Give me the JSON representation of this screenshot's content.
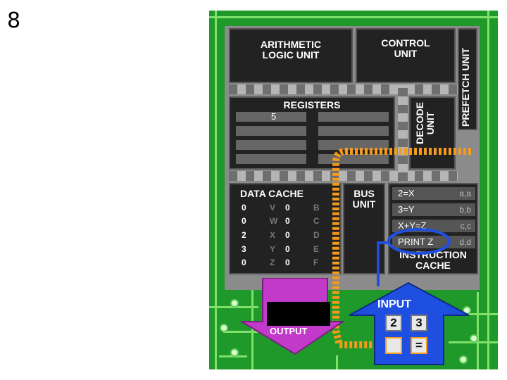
{
  "slide": {
    "number": "8"
  },
  "units": {
    "alu": "ARITHMETIC\nLOGIC UNIT",
    "control": "CONTROL\nUNIT",
    "prefetch": "PREFETCH UNIT",
    "registers": "REGISTERS",
    "decode": "DECODE\nUNIT",
    "data_cache": "DATA CACHE",
    "bus": "BUS\nUNIT",
    "instruction_cache": "INSTRUCTION\nCACHE",
    "output": "OUTPUT",
    "input": "INPUT"
  },
  "registers": {
    "values": [
      "5",
      "",
      "",
      "",
      "",
      "",
      "",
      ""
    ]
  },
  "data_cache": {
    "rows": [
      {
        "v1": "0",
        "n1": "V",
        "v2": "0",
        "n2": "B"
      },
      {
        "v1": "0",
        "n1": "W",
        "v2": "0",
        "n2": "C"
      },
      {
        "v1": "2",
        "n1": "X",
        "v2": "0",
        "n2": "D"
      },
      {
        "v1": "3",
        "n1": "Y",
        "v2": "0",
        "n2": "E"
      },
      {
        "v1": "0",
        "n1": "Z",
        "v2": "0",
        "n2": "F"
      }
    ]
  },
  "instruction_cache": {
    "rows": [
      {
        "code": "2=X",
        "addr": "a,a"
      },
      {
        "code": "3=Y",
        "addr": "b,b"
      },
      {
        "code": "X+Y=Z",
        "addr": "c,c"
      },
      {
        "code": "PRINT Z",
        "addr": "d,d"
      }
    ],
    "highlighted": "PRINT Z"
  },
  "input": {
    "keys": [
      "2",
      "3"
    ],
    "bottom_keys": [
      "",
      "="
    ]
  },
  "colors": {
    "board": "#1f9a2a",
    "output": "#c23ac9",
    "input": "#1f4fe0",
    "highlight": "#1f4fe0",
    "data_path": "#f59a1a"
  }
}
